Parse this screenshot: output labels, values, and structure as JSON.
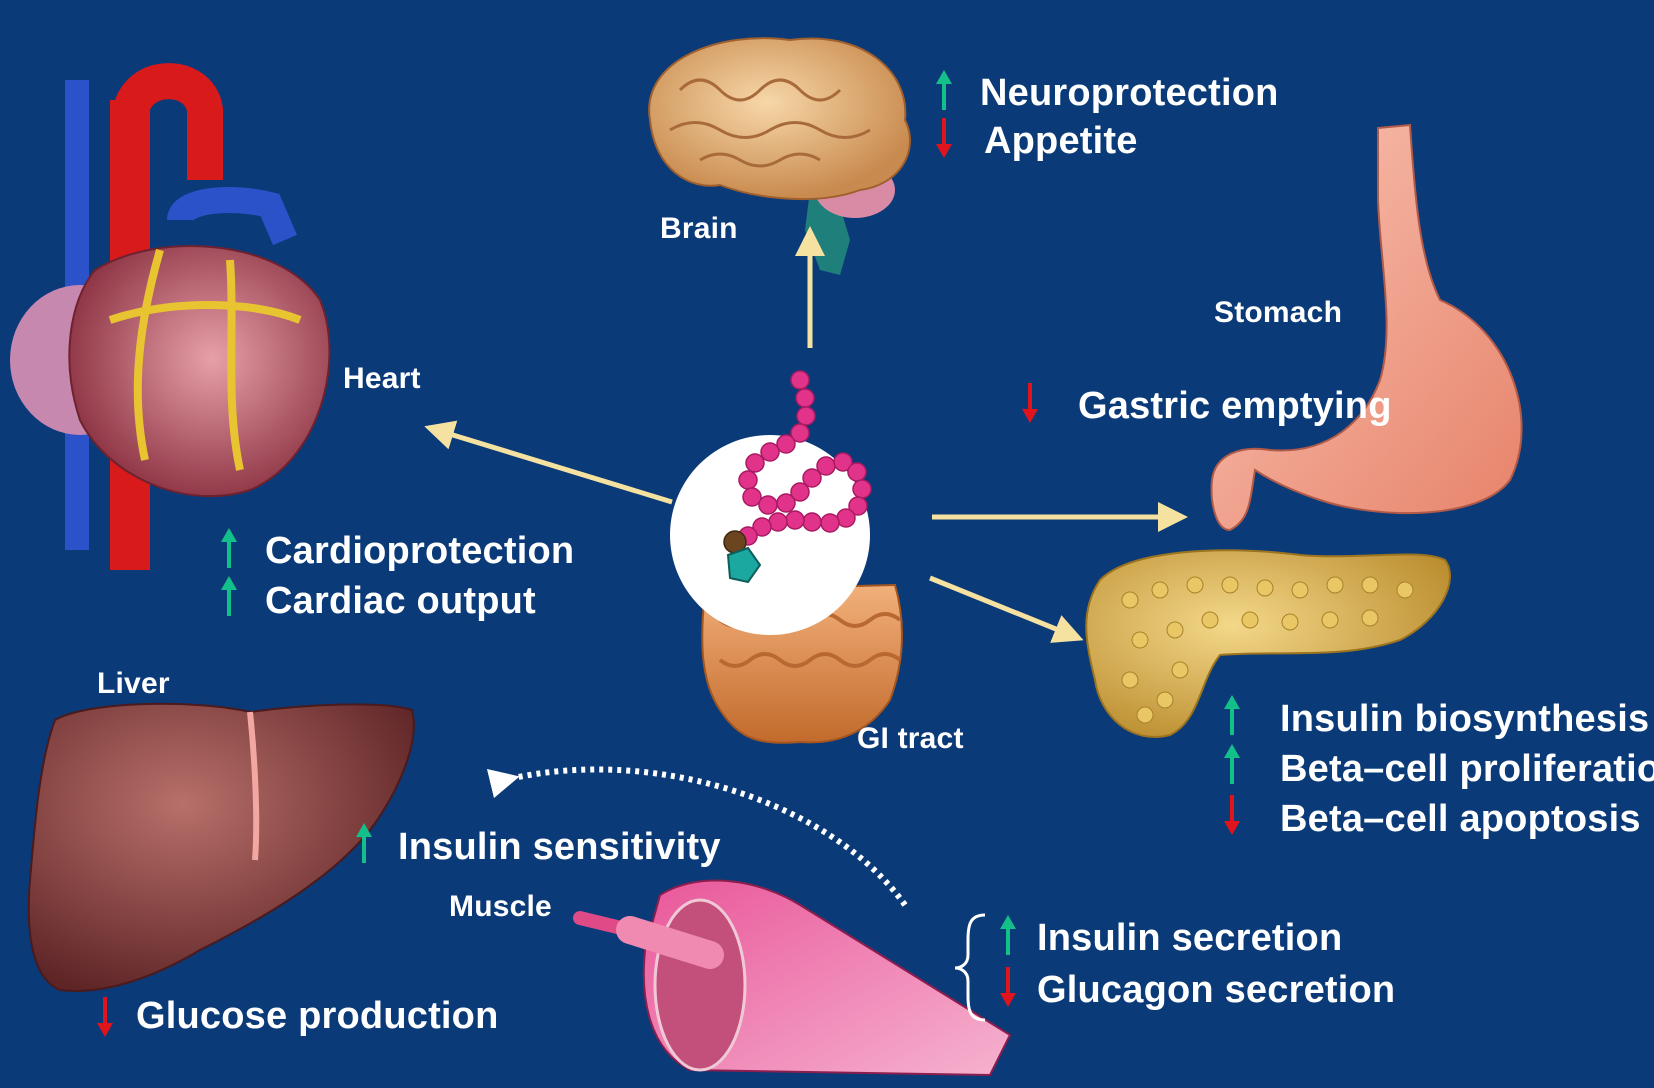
{
  "colors": {
    "background": "#0b3a78",
    "arrow_up": "#14c08a",
    "arrow_down": "#e0141c",
    "flow_arrow": "#f6e2a0",
    "text": "#ffffff"
  },
  "organs": {
    "brain": "Brain",
    "heart": "Heart",
    "stomach": "Stomach",
    "liver": "Liver",
    "muscle": "Muscle",
    "gi_tract": "GI tract"
  },
  "effects": {
    "neuroprotection": {
      "text": "Neuroprotection",
      "direction": "up"
    },
    "appetite": {
      "text": "Appetite",
      "direction": "down"
    },
    "gastric_emptying": {
      "text": "Gastric emptying",
      "direction": "down"
    },
    "cardioprotection": {
      "text": "Cardioprotection",
      "direction": "up"
    },
    "cardiac_output": {
      "text": "Cardiac output",
      "direction": "up"
    },
    "insulin_biosynthesis": {
      "text": "Insulin biosynthesis",
      "direction": "up"
    },
    "beta_cell_proliferation": {
      "text": "Beta–cell proliferation",
      "direction": "up"
    },
    "beta_cell_apoptosis": {
      "text": "Beta–cell apoptosis",
      "direction": "down"
    },
    "insulin_sensitivity": {
      "text": "Insulin sensitivity",
      "direction": "up"
    },
    "insulin_secretion": {
      "text": "Insulin secretion",
      "direction": "up"
    },
    "glucagon_secretion": {
      "text": "Glucagon secretion",
      "direction": "down"
    },
    "glucose_production": {
      "text": "Glucose production",
      "direction": "down"
    }
  }
}
